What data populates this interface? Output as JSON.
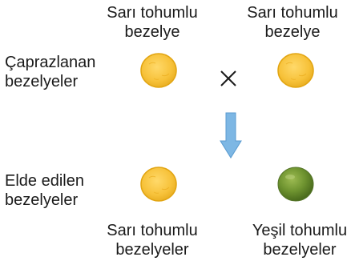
{
  "labels": {
    "parent1": "Sarı tohumlu\nbezelye",
    "parent2": "Sarı tohumlu\nbezelye",
    "crossed": "Çaprazlanan\nbezelyeler",
    "offspring": "Elde edilen\nbezelyeler",
    "offspring1": "Sarı tohumlu\nbezelyeler",
    "offspring2": "Yeşil tohumlu\nbezelyeler"
  },
  "colors": {
    "yellow_pea": "#f7c23a",
    "yellow_pea_outline": "#e2a512",
    "green_pea": "#6f9430",
    "arrow": "#7db7e4"
  },
  "icons": {
    "cross": "multiplication-sign",
    "arrow": "arrow-down"
  }
}
